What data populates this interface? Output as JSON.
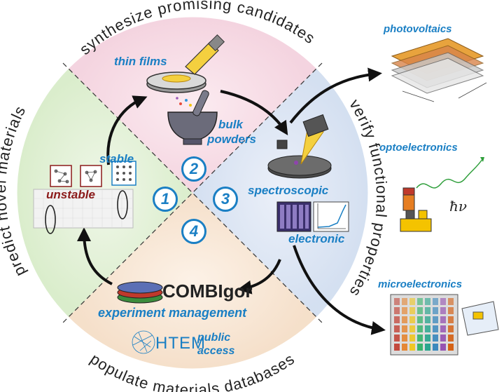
{
  "ring_labels": {
    "top": "synthesize promising candidates",
    "left": "predict novel materials",
    "right": "verify functional properties",
    "bottom": "populate materials databases"
  },
  "steps": [
    "1",
    "2",
    "3",
    "4"
  ],
  "synthesis": {
    "thin_films": "thin films",
    "bulk_line1": "bulk",
    "bulk_line2": "powders"
  },
  "prediction": {
    "stable": "stable",
    "unstable": "unstable"
  },
  "characterization": {
    "spectroscopic": "spectroscopic",
    "electronic": "electronic"
  },
  "database": {
    "combigor": "COMBIgor",
    "experiment_management": "experiment management",
    "htem": "HTEM",
    "public_line1": "public",
    "public_line2": "access"
  },
  "applications": {
    "photovoltaics": "photovoltaics",
    "optoelectronics": "optoelectronics",
    "microelectronics": "microelectronics",
    "photon": "ħν"
  },
  "colors": {
    "accent": "#1a7fc4",
    "quadrant_top": "#f7dde6",
    "quadrant_left": "#e2f0d6",
    "quadrant_right": "#dde6f4",
    "quadrant_bottom": "#f9e6d4",
    "unstable": "#8b1a1a"
  }
}
